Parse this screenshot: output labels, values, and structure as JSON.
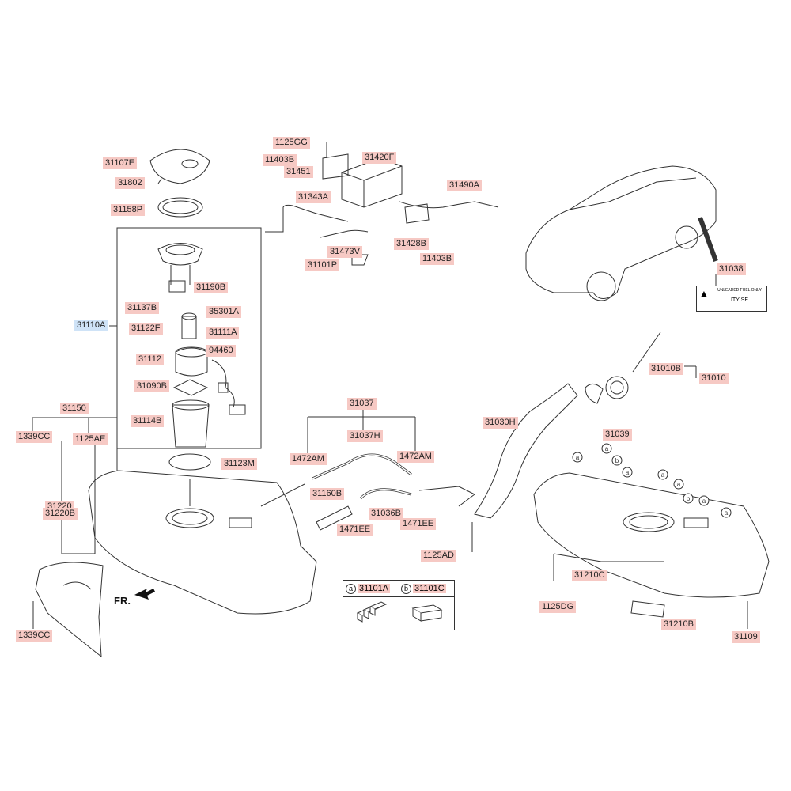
{
  "direction_label": "FR.",
  "parts": [
    {
      "id": "31107E",
      "name": "part-31107E-label"
    },
    {
      "id": "31802",
      "name": "part-31802-label"
    },
    {
      "id": "31158P",
      "name": "part-31158P-label"
    },
    {
      "id": "1125GG",
      "name": "part-1125GG-label"
    },
    {
      "id": "11403B",
      "name": "part-11403B-label"
    },
    {
      "id": "31451",
      "name": "part-31451-label"
    },
    {
      "id": "31420F",
      "name": "part-31420F-label"
    },
    {
      "id": "31490A",
      "name": "part-31490A-label"
    },
    {
      "id": "31343A",
      "name": "part-31343A-label"
    },
    {
      "id": "31428B",
      "name": "part-31428B-label"
    },
    {
      "id": "11403B",
      "name": "part-11403B-2-label"
    },
    {
      "id": "31473V",
      "name": "part-31473V-label"
    },
    {
      "id": "31101P",
      "name": "part-31101P-label"
    },
    {
      "id": "31190B",
      "name": "part-31190B-label"
    },
    {
      "id": "31137B",
      "name": "part-31137B-label"
    },
    {
      "id": "35301A",
      "name": "part-35301A-label"
    },
    {
      "id": "31110A",
      "name": "part-31110A-label"
    },
    {
      "id": "31122F",
      "name": "part-31122F-label"
    },
    {
      "id": "31111A",
      "name": "part-31111A-label"
    },
    {
      "id": "94460",
      "name": "part-94460-label"
    },
    {
      "id": "31112",
      "name": "part-31112-label"
    },
    {
      "id": "31090B",
      "name": "part-31090B-label"
    },
    {
      "id": "31114B",
      "name": "part-31114B-label"
    },
    {
      "id": "31123M",
      "name": "part-31123M-label"
    },
    {
      "id": "31150",
      "name": "part-31150-label"
    },
    {
      "id": "1339CC",
      "name": "part-1339CC-label"
    },
    {
      "id": "1125AE",
      "name": "part-1125AE-label"
    },
    {
      "id": "31220",
      "name": "part-31220-label"
    },
    {
      "id": "31220B",
      "name": "part-31220B-label"
    },
    {
      "id": "1339CC",
      "name": "part-1339CC-2-label"
    },
    {
      "id": "31037",
      "name": "part-31037-label"
    },
    {
      "id": "31037H",
      "name": "part-31037H-label"
    },
    {
      "id": "1472AM",
      "name": "part-1472AM-label"
    },
    {
      "id": "1472AM",
      "name": "part-1472AM-2-label"
    },
    {
      "id": "31160B",
      "name": "part-31160B-label"
    },
    {
      "id": "1471EE",
      "name": "part-1471EE-label"
    },
    {
      "id": "31036B",
      "name": "part-31036B-label"
    },
    {
      "id": "1471EE",
      "name": "part-1471EE-2-label"
    },
    {
      "id": "1125AD",
      "name": "part-1125AD-label"
    },
    {
      "id": "31030H",
      "name": "part-31030H-label"
    },
    {
      "id": "31039",
      "name": "part-31039-label"
    },
    {
      "id": "31010B",
      "name": "part-31010B-label"
    },
    {
      "id": "31010",
      "name": "part-31010-label"
    },
    {
      "id": "31038",
      "name": "part-31038-label"
    },
    {
      "id": "31210C",
      "name": "part-31210C-label"
    },
    {
      "id": "1125DG",
      "name": "part-1125DG-label"
    },
    {
      "id": "31210B",
      "name": "part-31210B-label"
    },
    {
      "id": "31109",
      "name": "part-31109-label"
    }
  ],
  "legend": {
    "a_marker": "a",
    "a_part": "31101A",
    "b_marker": "b",
    "b_part": "31101C"
  },
  "callout_markers": [
    "a",
    "a",
    "b",
    "a",
    "b",
    "a",
    "a",
    "a",
    "a"
  ],
  "fuel_label_card": {
    "line1": "UNLEADED FUEL ONLY",
    "line2": "ITY SE"
  },
  "colors": {
    "label_bg": "#f6c9c4",
    "selected_label_bg": "#cfe3f7",
    "line": "#333333"
  }
}
